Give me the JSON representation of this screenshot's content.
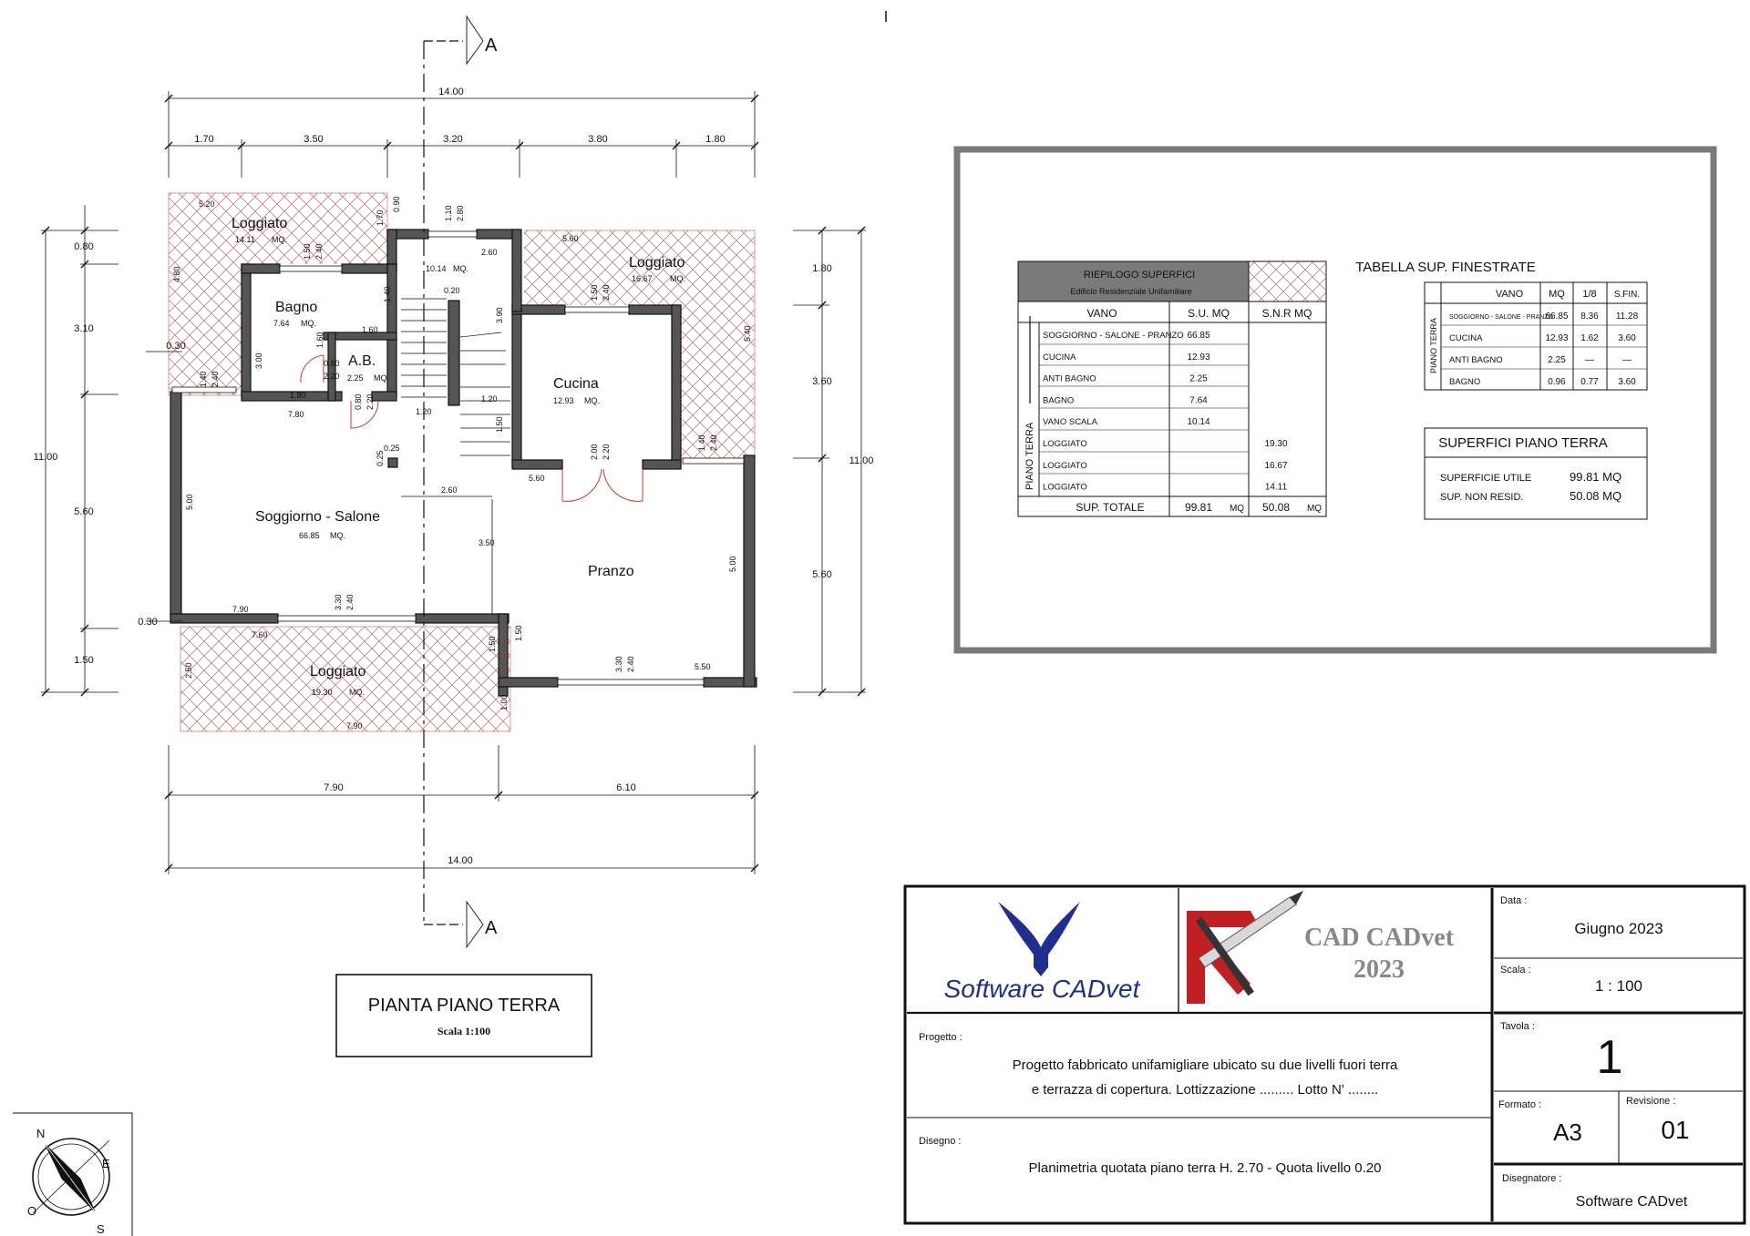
{
  "section_marker": "A",
  "dims": {
    "top_total": "14.00",
    "top_segments": [
      "1.70",
      "3.50",
      "3.20",
      "3.80",
      "1.80"
    ],
    "bottom_total": "14.00",
    "bottom_segments": [
      "7.90",
      "6.10"
    ],
    "left_total": "11.00",
    "left_segments": [
      "0.80",
      "3.10",
      "5.60",
      "1.50"
    ],
    "left_small": [
      "0.30",
      "0.30"
    ],
    "right_total": "11.00",
    "right_segments": [
      "1.80",
      "3.60",
      "5.60"
    ]
  },
  "rooms": {
    "loggiato_nw": {
      "name": "Loggiato",
      "area": "14.11",
      "unit": "MQ."
    },
    "loggiato_ne": {
      "name": "Loggiato",
      "area": "16.67",
      "unit": "MQ."
    },
    "loggiato_s": {
      "name": "Loggiato",
      "area": "19.30",
      "unit": "MQ."
    },
    "bagno": {
      "name": "Bagno",
      "area": "7.64",
      "unit": "MQ."
    },
    "ab": {
      "name": "A.B.",
      "area": "2.25",
      "unit": "MQ."
    },
    "scala": {
      "area": "10.14",
      "unit": "MQ."
    },
    "cucina": {
      "name": "Cucina",
      "area": "12.93",
      "unit": "MQ."
    },
    "soggiorno": {
      "name": "Soggiorno - Salone",
      "area": "66.85",
      "unit": "MQ."
    },
    "pranzo": {
      "name": "Pranzo"
    }
  },
  "inner_dims": {
    "d520": "5.20",
    "d170": "1.70",
    "d090": "0.90",
    "d110": "1.10",
    "d280": "2.80",
    "d560a": "5.60",
    "d260a": "2.60",
    "d480": "4.80",
    "d150a": "1.50",
    "d240a": "2.40",
    "d140a": "1.40",
    "d020": "0.20",
    "d390": "3.90",
    "d150b": "1.50",
    "d240b": "2.40",
    "d540": "5.40",
    "d300": "3.00",
    "d160a": "1.60",
    "d160b": "1.60",
    "d080a": "0.80",
    "d220a": "2.20",
    "d140b": "1.40",
    "d240c": "2.40",
    "d180": "1.80",
    "d780": "7.80",
    "d080b": "0.80",
    "d220b": "2.20",
    "d120a": "1.20",
    "d120b": "1.20",
    "d150c": "1.50",
    "d025a": "0.25",
    "d025b": "0.25",
    "d260b": "2.60",
    "d560b": "5.60",
    "d200": "2.00",
    "d220c": "2.20",
    "d140c": "1.40",
    "d240d": "2.40",
    "d500a": "5.00",
    "d350": "3.50",
    "d500b": "5.00",
    "d790a": "7.90",
    "d330a": "3.30",
    "d240e": "2.40",
    "d760": "7.60",
    "d150d": "1.50",
    "d150e": "1.50",
    "d250": "2.50",
    "d100": "1.00",
    "d330b": "3.30",
    "d240f": "2.40",
    "d550": "5.50",
    "d790b": "7.90"
  },
  "plan_title": {
    "title": "PIANTA PIANO TERRA",
    "scale": "Scala 1:100"
  },
  "compass": {
    "n": "N",
    "e": "E",
    "s": "S",
    "o": "O"
  },
  "riepilogo": {
    "title": "RIEPILOGO SUPERFICI",
    "subtitle": "Edificio Residenziale Unifamiliare",
    "headers": [
      "VANO",
      "S.U. MQ",
      "S.N.R MQ"
    ],
    "side_label": "PIANO TERRA",
    "rows": [
      {
        "vano": "SOGGIORNO - SALONE - PRANZO",
        "su": "66.85",
        "snr": ""
      },
      {
        "vano": "CUCINA",
        "su": "12.93",
        "snr": ""
      },
      {
        "vano": "ANTI BAGNO",
        "su": "2.25",
        "snr": ""
      },
      {
        "vano": "BAGNO",
        "su": "7.64",
        "snr": ""
      },
      {
        "vano": "VANO SCALA",
        "su": "10.14",
        "snr": ""
      },
      {
        "vano": "LOGGIATO",
        "su": "",
        "snr": "19.30"
      },
      {
        "vano": "LOGGIATO",
        "su": "",
        "snr": "16.67"
      },
      {
        "vano": "LOGGIATO",
        "su": "",
        "snr": "14.11"
      }
    ],
    "total_label": "SUP. TOTALE",
    "total_su": "99.81",
    "total_snr": "50.08",
    "unit": "MQ"
  },
  "finestrate": {
    "title": "TABELLA SUP. FINESTRATE",
    "headers": [
      "VANO",
      "MQ",
      "1/8",
      "S.FIN."
    ],
    "side_label": "PIANO TERRA",
    "rows": [
      {
        "vano": "SOGGIORNO - SALONE - PRANZO",
        "mq": "66.85",
        "ott": "8.36",
        "sfin": "11.28"
      },
      {
        "vano": "CUCINA",
        "mq": "12.93",
        "ott": "1.62",
        "sfin": "3.60"
      },
      {
        "vano": "ANTI BAGNO",
        "mq": "2.25",
        "ott": "—",
        "sfin": "—"
      },
      {
        "vano": "BAGNO",
        "mq": "0.96",
        "ott": "0.77",
        "sfin": "3.60"
      }
    ]
  },
  "superfici": {
    "title": "SUPERFICI PIANO TERRA",
    "rows": [
      {
        "label": "SUPERFICIE UTILE",
        "value": "99.81 MQ"
      },
      {
        "label": "SUP. NON RESID.",
        "value": "50.08 MQ"
      }
    ]
  },
  "title_block": {
    "company": "Software CADvet",
    "product_line1": "CAD CADvet",
    "product_line2": "2023",
    "data_label": "Data :",
    "data_value": "Giugno 2023",
    "scala_label": "Scala :",
    "scala_value": "1 : 100",
    "tavola_label": "Tavola :",
    "tavola_value": "1",
    "formato_label": "Formato :",
    "formato_value": "A3",
    "revisione_label": "Revisione :",
    "revisione_value": "01",
    "progetto_label": "Progetto :",
    "progetto_line1": "Progetto fabbricato unifamigliare ubicato su due livelli fuori terra",
    "progetto_line2": "e terrazza di copertura. Lottizzazione ......... Lotto N' ........",
    "disegno_label": "Disegno :",
    "disegno_value": "Planimetria quotata piano terra H. 2.70 - Quota livello 0.20",
    "disegnatore_label": "Disegnatore :",
    "disegnatore_value": "Software CADvet"
  },
  "colors": {
    "wall": "#555555",
    "hatch": "#d08080",
    "door": "#c04030",
    "frame": "#7a7a7a",
    "brand_blue": "#1f2f8f"
  }
}
